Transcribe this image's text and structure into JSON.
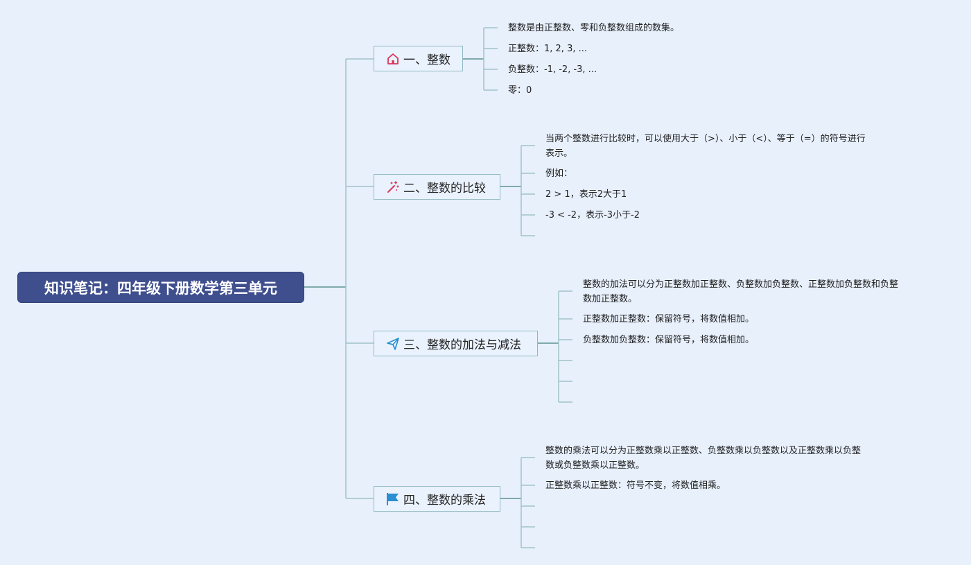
{
  "root": {
    "title": "知识笔记：四年级下册数学第三单元"
  },
  "branches": [
    {
      "label": "一、整数",
      "icon": "home-icon",
      "items": [
        "整数是由正整数、零和负整数组成的数集。",
        "正整数：1, 2, 3, ...",
        "负整数：-1, -2, -3, ...",
        "零：0"
      ]
    },
    {
      "label": "二、整数的比较",
      "icon": "magic-wand-icon",
      "items": [
        "当两个整数进行比较时，可以使用大于（>）、小于（<）、等于（=）的符号进行\n表示。",
        "例如：",
        "2 > 1，表示2大于1",
        "-3 < -2，表示-3小于-2",
        ""
      ]
    },
    {
      "label": "三、整数的加法与减法",
      "icon": "paper-plane-icon",
      "items": [
        "整数的加法可以分为正整数加正整数、负整数加负整数、正整数加负整数和负整\n数加正整数。",
        "正整数加正整数：保留符号，将数值相加。",
        "负整数加负整数：保留符号，将数值相加。",
        "",
        "",
        ""
      ]
    },
    {
      "label": "四、整数的乘法",
      "icon": "flag-icon",
      "items": [
        "整数的乘法可以分为正整数乘以正整数、负整数乘以负整数以及正整数乘以负整\n数或负整数乘以正整数。",
        "正整数乘以正整数：符号不变，将数值相乘。",
        "",
        ""
      ]
    }
  ],
  "colors": {
    "background": "#e8f0fc",
    "root_fill": "#3f4f8e",
    "connector_main": "#5b9292",
    "connector_leaf": "#9fc2c6",
    "home_icon": "#d9345a",
    "wand_icon": "#d9345a",
    "plane_icon": "#2a8fd0",
    "flag_icon": "#2a8fd0"
  }
}
